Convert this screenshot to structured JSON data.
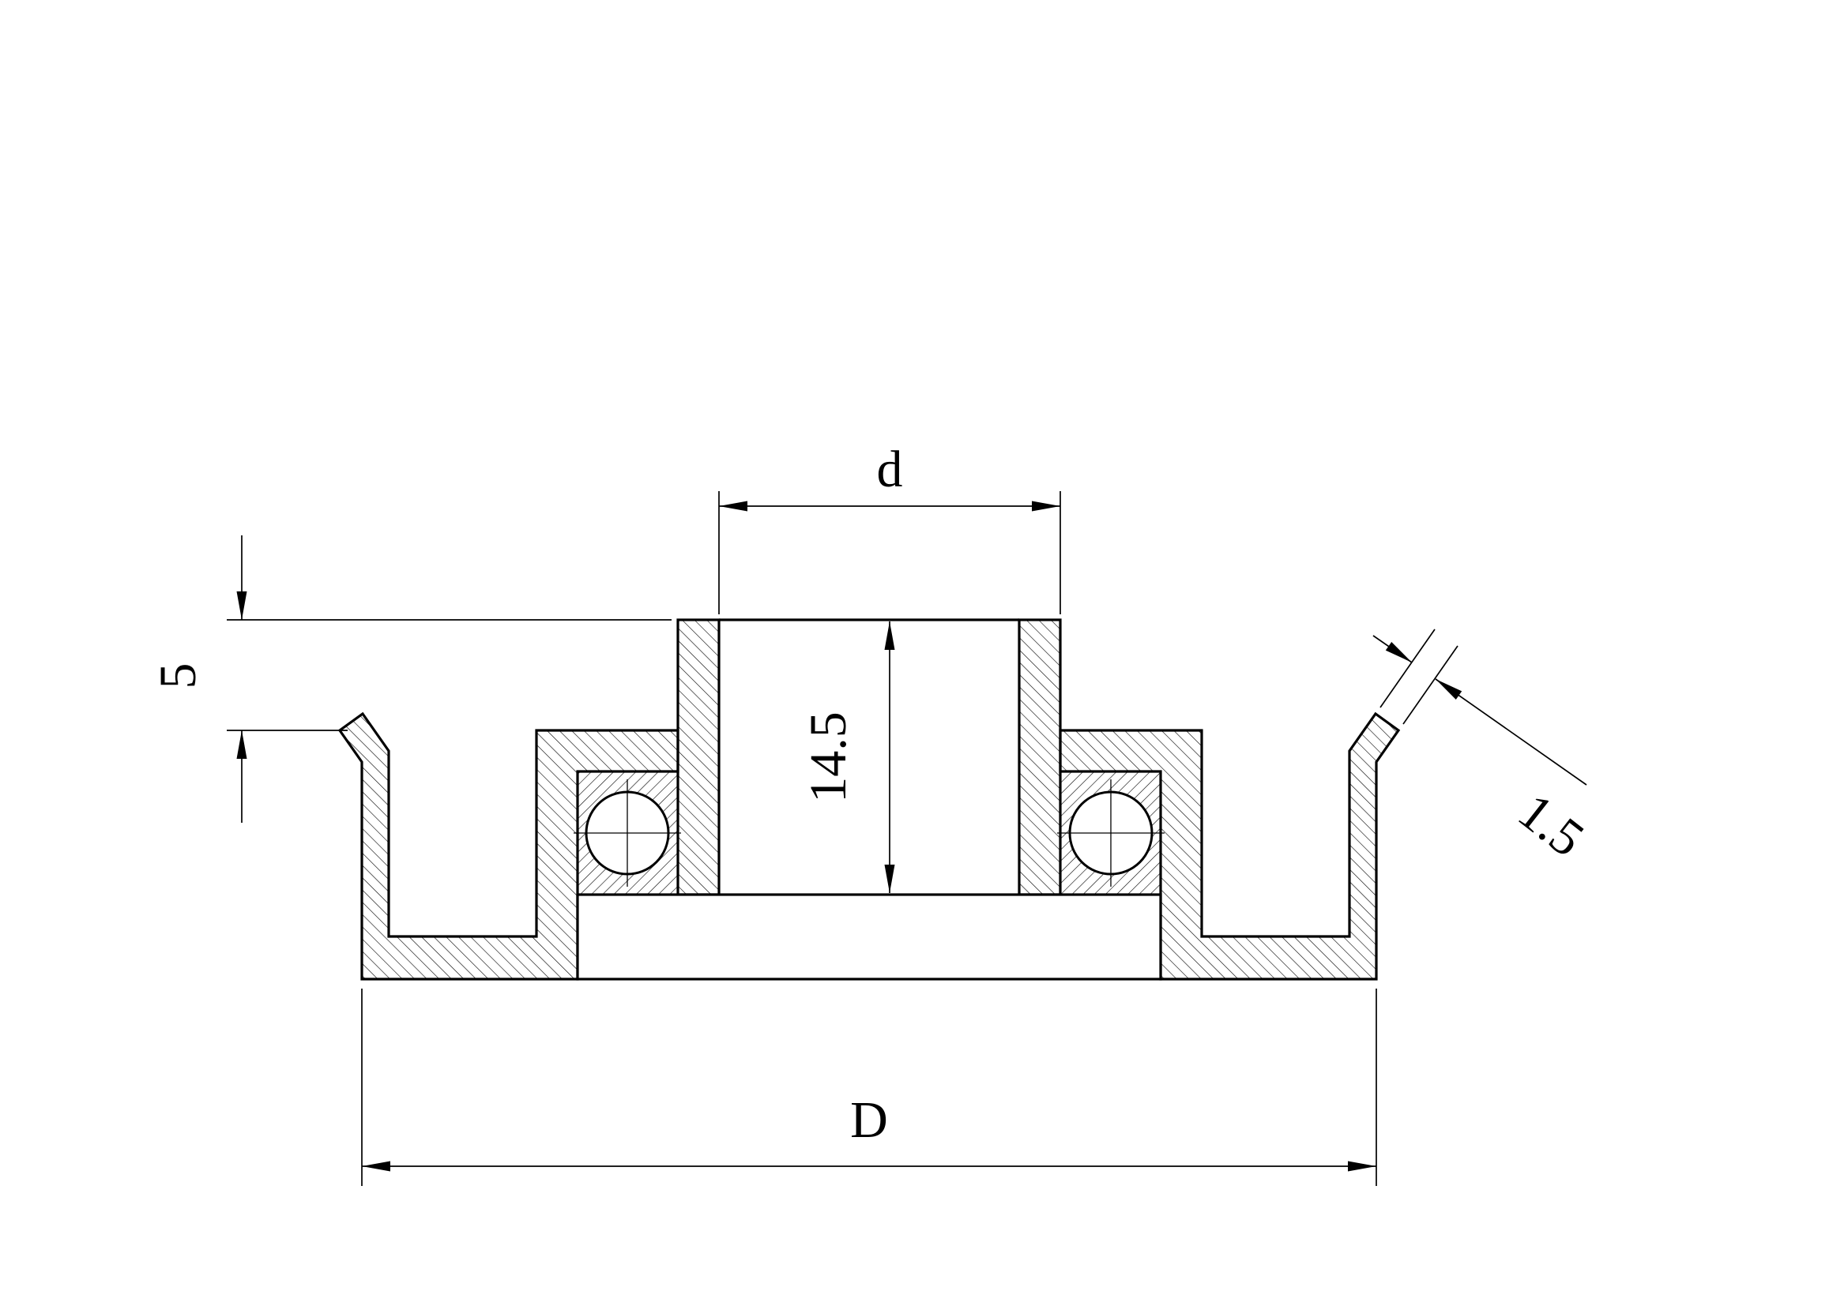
{
  "colors": {
    "ink": "#000000",
    "paper": "#ffffff"
  },
  "dimensions": {
    "bore_diameter_label": "d",
    "hub_depth_label": "14.5",
    "step_height_label": "5",
    "lip_thickness_label": "1.5",
    "outer_diameter_label": "D"
  }
}
